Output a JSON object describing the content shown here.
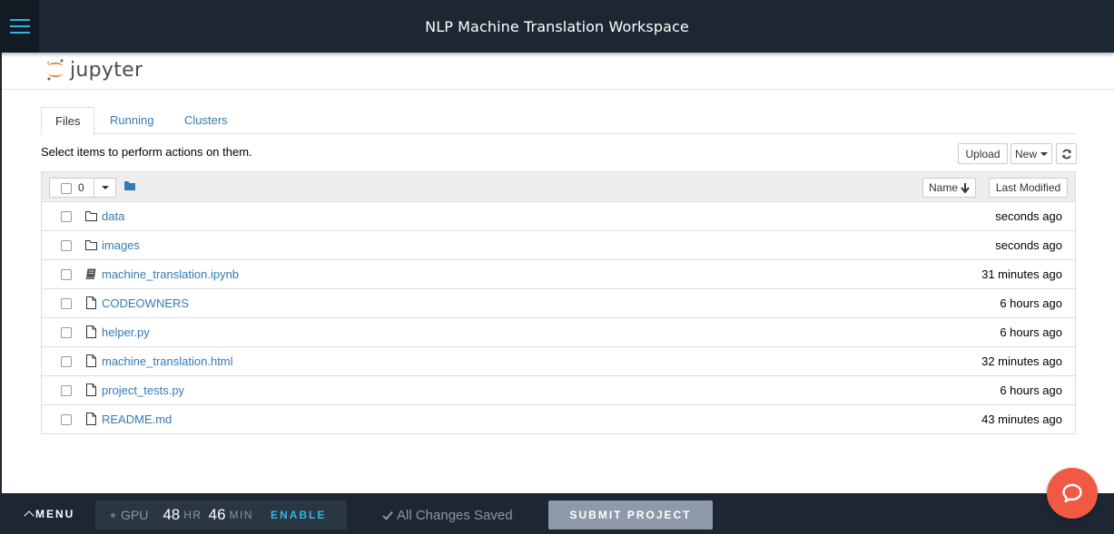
{
  "topbar": {
    "title": "NLP Machine Translation Workspace"
  },
  "jupyter": {
    "logo_text": "jupyter"
  },
  "tabs": [
    {
      "label": "Files"
    },
    {
      "label": "Running"
    },
    {
      "label": "Clusters"
    }
  ],
  "toolbar": {
    "hint": "Select items to perform actions on them.",
    "upload_label": "Upload",
    "new_label": "New",
    "selected_count": "0",
    "sort_name_label": "Name",
    "sort_modified_label": "Last Modified"
  },
  "files": [
    {
      "name": "data",
      "modified": "seconds ago",
      "type": "folder"
    },
    {
      "name": "images",
      "modified": "seconds ago",
      "type": "folder"
    },
    {
      "name": "machine_translation.ipynb",
      "modified": "31 minutes ago",
      "type": "notebook"
    },
    {
      "name": "CODEOWNERS",
      "modified": "6 hours ago",
      "type": "file"
    },
    {
      "name": "helper.py",
      "modified": "6 hours ago",
      "type": "file"
    },
    {
      "name": "machine_translation.html",
      "modified": "32 minutes ago",
      "type": "file"
    },
    {
      "name": "project_tests.py",
      "modified": "6 hours ago",
      "type": "file"
    },
    {
      "name": "README.md",
      "modified": "43 minutes ago",
      "type": "file"
    }
  ],
  "bottombar": {
    "menu_label": "MENU",
    "gpu_label": "GPU",
    "hours": "48",
    "hours_unit": "HR",
    "minutes": "46",
    "minutes_unit": "MIN",
    "enable_label": "ENABLE",
    "saved_label": "All Changes Saved",
    "submit_label": "SUBMIT PROJECT"
  },
  "colors": {
    "topbar_bg": "#1d2733",
    "link": "#337ab7",
    "accent": "#2fb6e4",
    "chat": "#f05a44",
    "jupyter_orange": "#f37726"
  }
}
